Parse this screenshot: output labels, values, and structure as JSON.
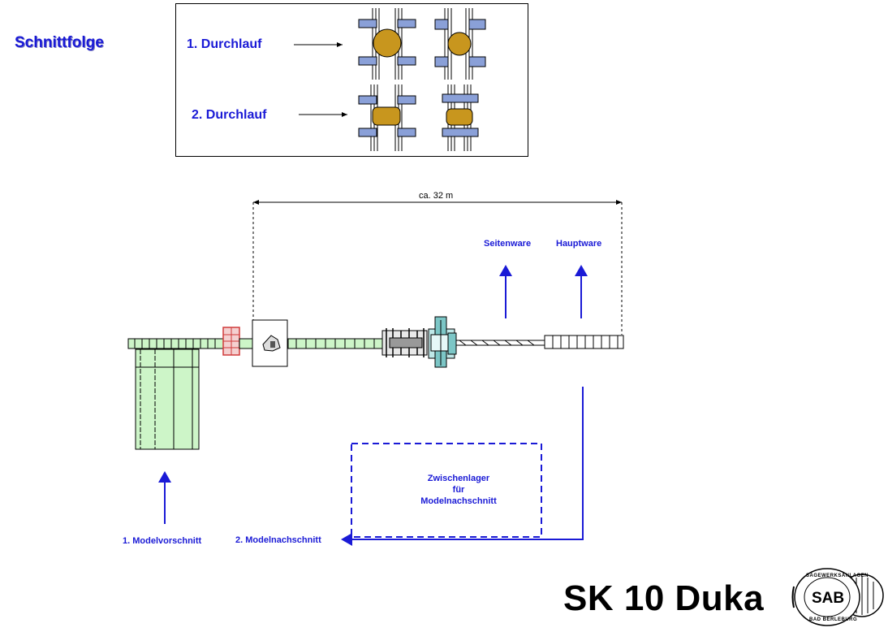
{
  "sequence": {
    "title": "Schnittfolge",
    "pass1": "1. Durchlauf",
    "pass2": "2. Durchlauf"
  },
  "layout": {
    "dimension": "ca. 32 m",
    "side_product": "Seitenware",
    "main_product": "Hauptware",
    "interim_storage": [
      "Zwischenlager",
      "für",
      "Modelnachschnitt"
    ],
    "first_cut": "1. Modelvorschnitt",
    "second_cut": "2. Modelnachschnitt"
  },
  "footer": {
    "product_title": "SK 10 Duka",
    "logo_text": "SAB",
    "logo_ring_top": "SÄGEWERKSANLAGEN",
    "logo_ring_bottom": "BAD BERLEBURG"
  },
  "colors": {
    "accent_blue": "#1a1ad6",
    "log_brown": "#c8961e",
    "roller_blue": "#8aa0d8",
    "conveyor_green": "#cdf5c8",
    "saw_red": "#d03a3a",
    "machine_teal": "#7cc6c6"
  }
}
